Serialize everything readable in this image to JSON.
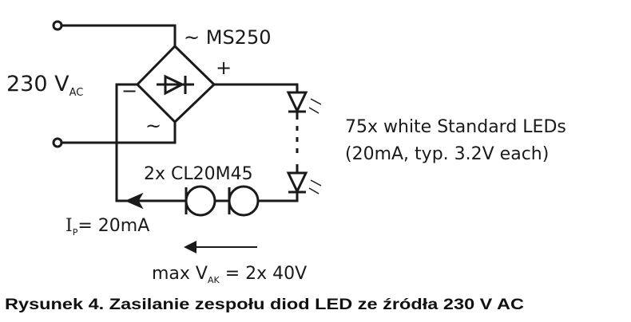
{
  "labels": {
    "bridge": "~ MS250",
    "plus": "+",
    "minus": "−",
    "tilde": "~",
    "voltage_main": "230 V",
    "voltage_sub": "AC",
    "leds_line1": "75x white Standard LEDs",
    "leds_line2": "(20mA, typ. 3.2V each)",
    "cl": "2x CL20M45",
    "current_main": "I",
    "current_sub": "P",
    "current_rest": "= 20mA",
    "vak_main": "max V",
    "vak_sub": "AK",
    "vak_rest": " = 2x 40V"
  },
  "caption": "Rysunek 4. Zasilanie zespołu diod LED ze źródła 230 V AC"
}
